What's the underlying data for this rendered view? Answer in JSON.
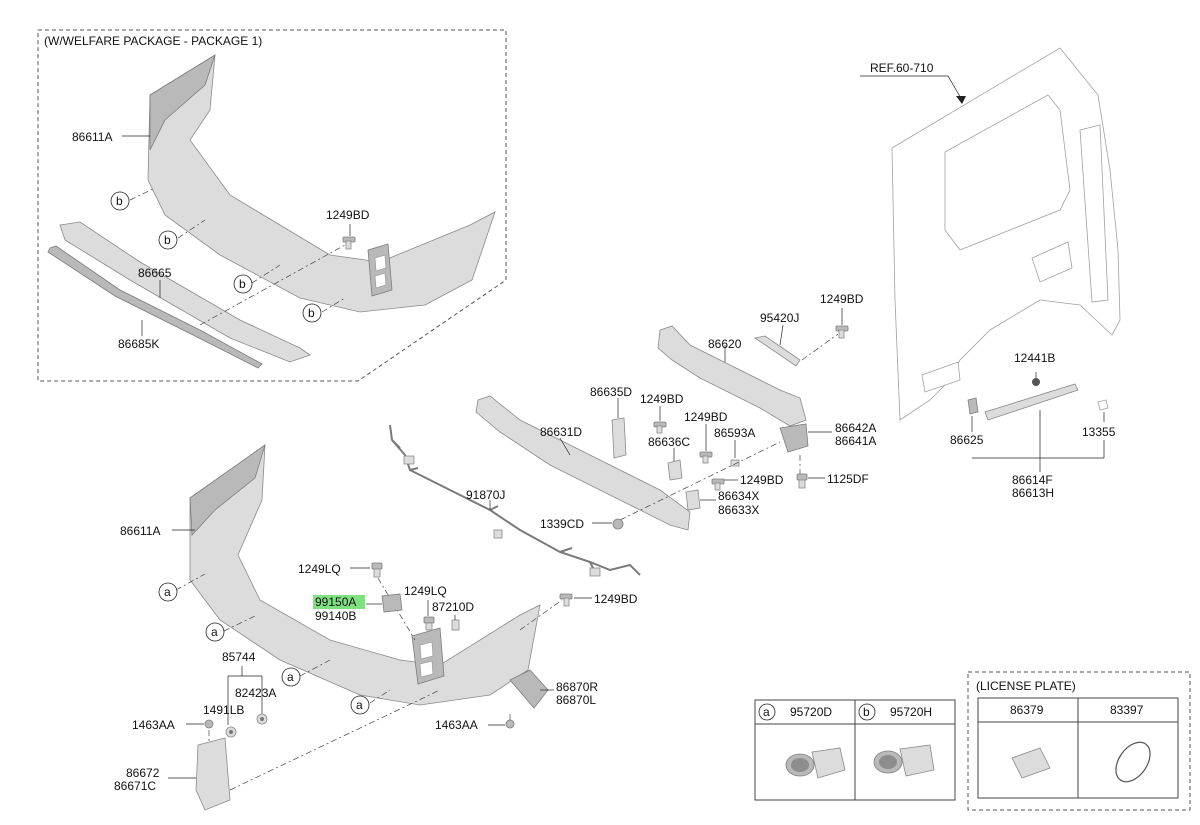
{
  "boxes": {
    "welfare_title": "(W/WELFARE PACKAGE - PACKAGE 1)",
    "license_title": "(LICENSE PLATE)"
  },
  "ref": "REF.60-710",
  "callouts": {
    "a": "a",
    "b": "b"
  },
  "labels": {
    "p86611A_top": "86611A",
    "p1249BD_top": "1249BD",
    "p86665": "86665",
    "p86685K": "86685K",
    "p86620": "86620",
    "p95420J": "95420J",
    "p1249BD_r1": "1249BD",
    "p12441B": "12441B",
    "p86635D": "86635D",
    "p1249BD_r2": "1249BD",
    "p86631D": "86631D",
    "p86636C": "86636C",
    "p1249BD_r3": "1249BD",
    "p86593A": "86593A",
    "p86642A": "86642A",
    "p86641A": "86641A",
    "p1249BD_r4": "1249BD",
    "p1125DF": "1125DF",
    "p86634X": "86634X",
    "p86633X": "86633X",
    "p91870J": "91870J",
    "p1339CD": "1339CD",
    "p86625": "86625",
    "p13355": "13355",
    "p86614F": "86614F",
    "p86613H": "86613H",
    "p86611A_bot": "86611A",
    "p1249LQ_a": "1249LQ",
    "p99150A": "99150A",
    "p99140B": "99140B",
    "p1249LQ_b": "1249LQ",
    "p87210D": "87210D",
    "p1249BD_bot": "1249BD",
    "p85744": "85744",
    "p82423A": "82423A",
    "p1491LB": "1491LB",
    "p1463AA_l": "1463AA",
    "p1463AA_r": "1463AA",
    "p86870R": "86870R",
    "p86870L": "86870L",
    "p86672": "86672",
    "p86671C": "86671C"
  },
  "table_sensors": {
    "col_a": {
      "callout": "a",
      "part": "95720D"
    },
    "col_b": {
      "callout": "b",
      "part": "95720H"
    }
  },
  "table_license": {
    "col1": "86379",
    "col2": "83397"
  },
  "highlight": {
    "part": "99150A",
    "color": "#7fe07f"
  }
}
